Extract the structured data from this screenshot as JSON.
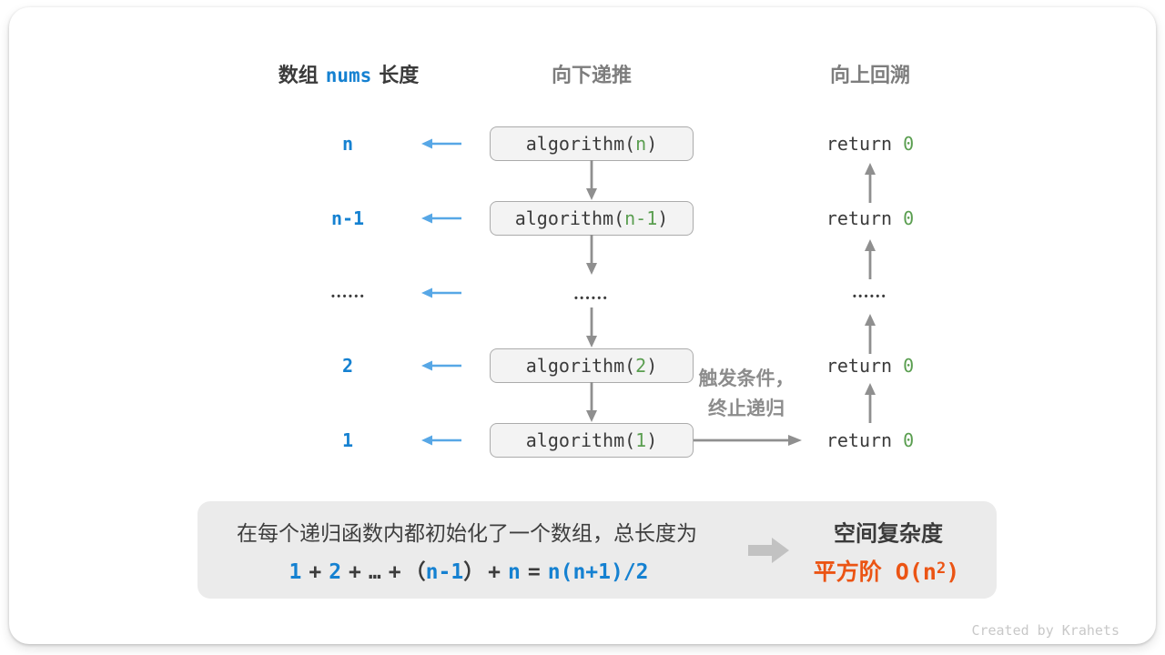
{
  "header": {
    "left_prefix": "数组",
    "left_code": "nums",
    "left_suffix": "长度",
    "middle": "向下递推",
    "right": "向上回溯"
  },
  "left_labels": [
    "n",
    "n-1",
    "2",
    "1"
  ],
  "calls": [
    {
      "fn": "algorithm(",
      "arg": "n",
      "close": ")"
    },
    {
      "fn": "algorithm(",
      "arg": "n-1",
      "close": ")"
    },
    {
      "fn": "algorithm(",
      "arg": "2",
      "close": ")"
    },
    {
      "fn": "algorithm(",
      "arg": "1",
      "close": ")"
    }
  ],
  "returns": {
    "keyword": "return ",
    "value": "0"
  },
  "dots": "••••••",
  "trigger": {
    "line1": "触发条件，",
    "line2": "终止递归"
  },
  "summary": {
    "line1": "在每个递归函数内都初始化了一个数组，总长度为",
    "formula": [
      {
        "text": "1"
      },
      {
        "text": "+"
      },
      {
        "text": "2"
      },
      {
        "text": "+"
      },
      {
        "text": "…"
      },
      {
        "text": "+"
      },
      {
        "text": "（"
      },
      {
        "text": "n-1"
      },
      {
        "text": "）"
      },
      {
        "text": "+"
      },
      {
        "text": "n"
      },
      {
        "text": "="
      },
      {
        "text": "n(n+1)/2"
      }
    ],
    "result_title": "空间复杂度",
    "result_label": "平方阶 O(n",
    "result_sup": "2",
    "result_close": ")"
  },
  "footer": "Created by Krahets",
  "colors": {
    "blue_text": "#1581d1",
    "arrow_blue": "#57a7e6",
    "green_code": "#5a9e50",
    "dark_text": "#3b3b3b",
    "gray_heading": "#7d7d7d",
    "arrow_gray": "#8f8f8f",
    "orange_result": "#eb5414",
    "call_box_bg": "#f3f3f3",
    "call_box_border": "#ababab",
    "summary_bg": "#ebebeb",
    "block_arrow": "#c2c2c2",
    "footer_text": "#c8c8c8"
  }
}
